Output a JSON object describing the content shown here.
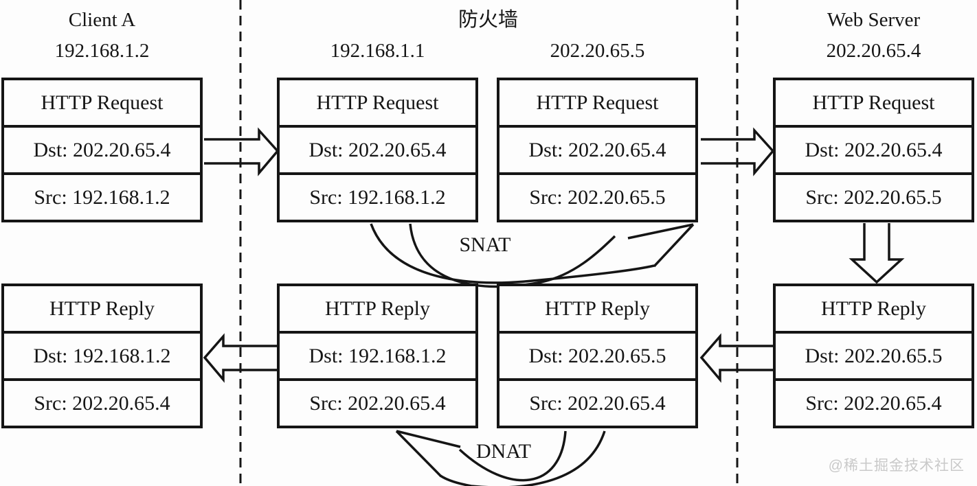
{
  "diagram": {
    "title_semantics": "SNAT and DNAT packet address translation through a firewall",
    "colors": {
      "line": "#151515",
      "background": "#fdfdfd",
      "watermark": "#c9c9c9"
    },
    "zones": [
      {
        "title": "Client A",
        "ip": "192.168.1.2"
      },
      {
        "title": "防火墙",
        "ip_left": "192.168.1.1",
        "ip_right": "202.20.65.5"
      },
      {
        "title": "Web Server",
        "ip": "202.20.65.4"
      }
    ],
    "packets": [
      {
        "title": "HTTP Request",
        "dst": "Dst: 202.20.65.4",
        "src": "Src: 192.168.1.2"
      },
      {
        "title": "HTTP Request",
        "dst": "Dst: 202.20.65.4",
        "src": "Src: 192.168.1.2"
      },
      {
        "title": "HTTP Request",
        "dst": "Dst: 202.20.65.4",
        "src": "Src: 202.20.65.5"
      },
      {
        "title": "HTTP Request",
        "dst": "Dst: 202.20.65.4",
        "src": "Src: 202.20.65.5"
      },
      {
        "title": "HTTP Reply",
        "dst": "Dst: 192.168.1.2",
        "src": "Src: 202.20.65.4"
      },
      {
        "title": "HTTP Reply",
        "dst": "Dst: 192.168.1.2",
        "src": "Src: 202.20.65.4"
      },
      {
        "title": "HTTP Reply",
        "dst": "Dst: 202.20.65.5",
        "src": "Src: 202.20.65.4"
      },
      {
        "title": "HTTP Reply",
        "dst": "Dst: 202.20.65.5",
        "src": "Src: 202.20.65.4"
      }
    ],
    "labels": {
      "snat": "SNAT",
      "dnat": "DNAT"
    },
    "watermark": "@稀土掘金技术社区"
  }
}
